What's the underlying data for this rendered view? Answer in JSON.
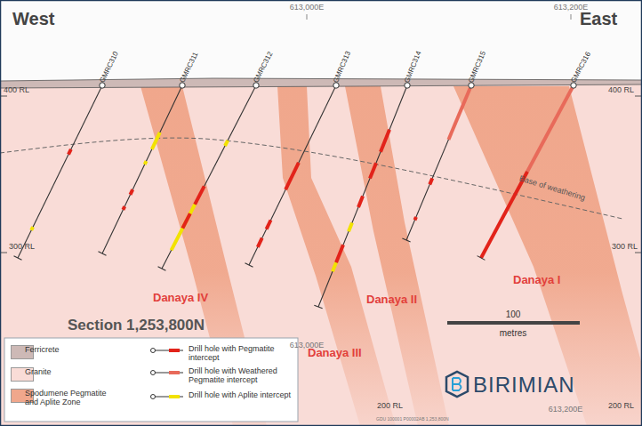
{
  "diagram": {
    "title": "Section 1,253,800N",
    "labels": [
      "West",
      "East",
      "613,000E",
      "613,200E",
      "GMRC310",
      "GMRC311",
      "GMRC312",
      "GMRC313",
      "GMRC314",
      "GMRC315",
      "GMRC316",
      "400 RL",
      "400 RL",
      "Base of weathering",
      "300 RL",
      "300 RL",
      "Danaya IV",
      "Danaya II",
      "Danaya I",
      "100",
      "metres",
      "613,000E",
      "Danaya III",
      "BIRIMIAN",
      "200 RL",
      "613,200E",
      "200 RL",
      "GDU 100001 P00002AB 1,253,800N"
    ],
    "legend": [
      {
        "text": "Ferricrete",
        "color": "#cdb9b6"
      },
      {
        "text": "Granite",
        "color": "#f9dcd7"
      },
      {
        "text": "Spodumene Pegmatite and Aplite Zone",
        "color": "#f0a78c"
      },
      {
        "text": "Drill hole with Pegmatite intercept"
      },
      {
        "text": "Drill hole with Weathered Pegmatite intercept"
      },
      {
        "text": "Drill hole with Aplite intercept"
      }
    ]
  }
}
